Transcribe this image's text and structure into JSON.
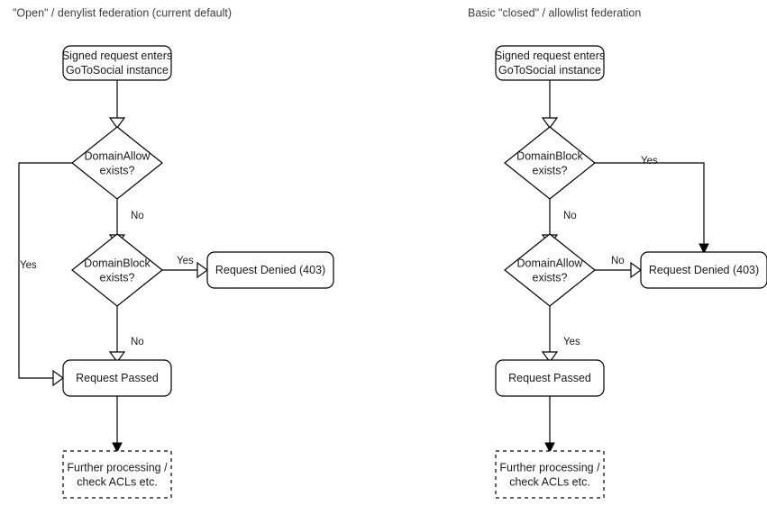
{
  "page": {
    "background": "#ffffff",
    "stroke_color": "#000000",
    "text_color": "#1a1a1a",
    "title_color": "#3d3d3d"
  },
  "columns": [
    {
      "id": "denylist",
      "title": "\"Open\" / denylist federation (current default)",
      "nodes": {
        "entry": "Signed request enters\nGoToSocial instance",
        "entry_line1": "Signed request enters",
        "entry_line2": "GoToSocial instance",
        "decision1_line1": "DomainAllow",
        "decision1_line2": "exists?",
        "decision2_line1": "DomainBlock",
        "decision2_line2": "exists?",
        "denied": "Request Denied (403)",
        "passed": "Request Passed",
        "further_line1": "Further processing /",
        "further_line2": "check ACLs etc."
      },
      "labels": {
        "allow_yes": "Yes",
        "allow_no": "No",
        "block_yes": "Yes",
        "block_no": "No"
      }
    },
    {
      "id": "allowlist",
      "title": "Basic \"closed\" / allowlist federation",
      "nodes": {
        "entry": "Signed request enters\nGoToSocial instance",
        "entry_line1": "Signed request enters",
        "entry_line2": "GoToSocial instance",
        "decision1_line1": "DomainBlock",
        "decision1_line2": "exists?",
        "decision2_line1": "DomainAllow",
        "decision2_line2": "exists?",
        "denied": "Request Denied (403)",
        "passed": "Request Passed",
        "further_line1": "Further processing /",
        "further_line2": "check ACLs etc."
      },
      "labels": {
        "block_yes": "Yes",
        "block_no": "No",
        "allow_no": "No",
        "allow_yes": "Yes"
      }
    }
  ]
}
